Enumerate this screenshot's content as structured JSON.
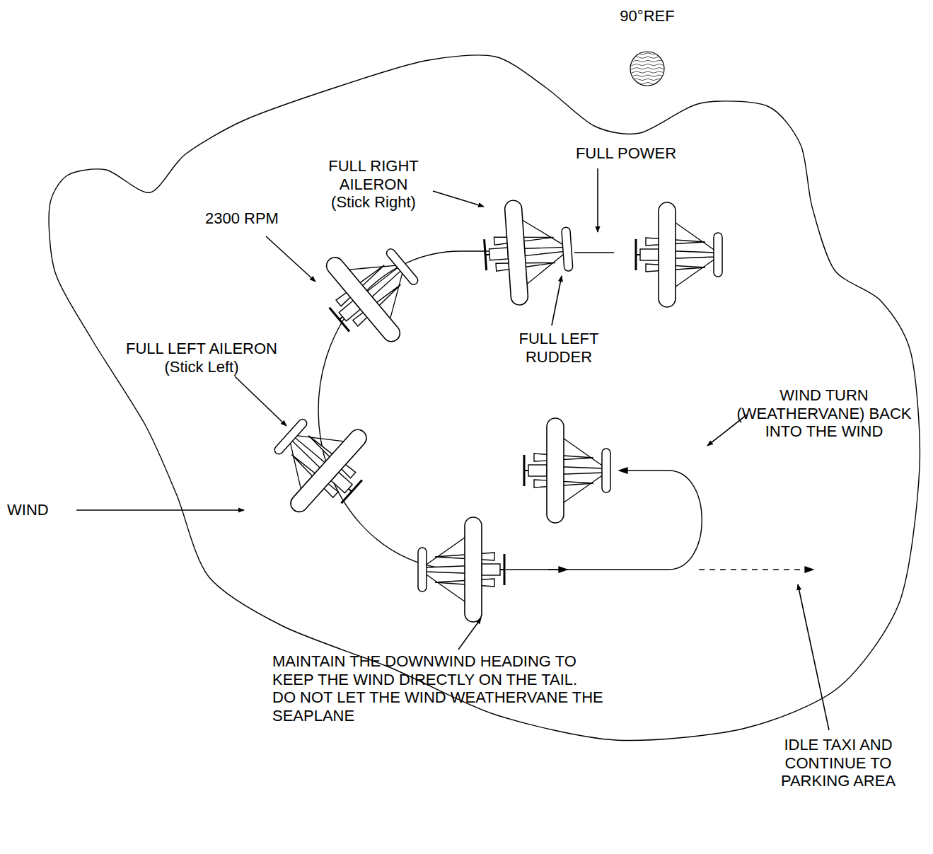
{
  "diagram": {
    "labels": [
      "90°REF",
      "FULL POWER",
      "FULL RIGHT AILERON (Stick Right)",
      "2300 RPM",
      "FULL LEFT RUDDER",
      "FULL LEFT AILERON (Stick Left)",
      "WIND",
      "WIND TURN (WEATHERVANE) BACK INTO THE WIND",
      "MAINTAIN THE DOWNWIND HEADING TO KEEP THE WIND DIRECTLY ON THE TAIL. DO NOT LET THE WIND WEATHERVANE THE SEAPLANE",
      "IDLE TAXI AND CONTINUE TO PARKING AREA"
    ]
  }
}
